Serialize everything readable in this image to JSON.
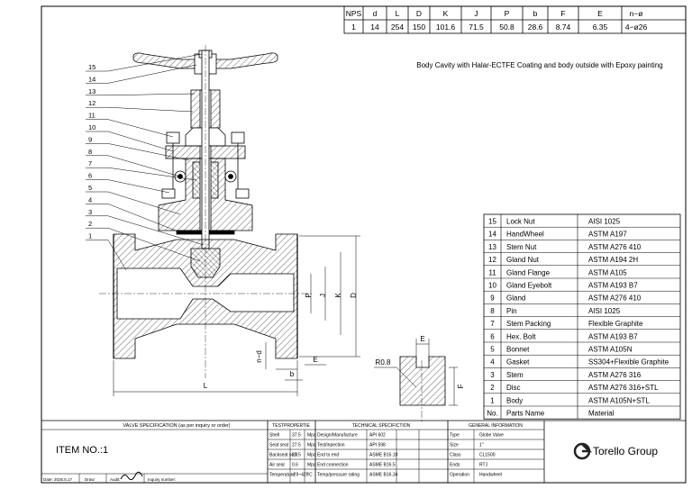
{
  "dim_table": {
    "headers": [
      "NPS",
      "d",
      "L",
      "D",
      "K",
      "J",
      "P",
      "b",
      "F",
      "E",
      "n−ø"
    ],
    "values": [
      "1",
      "14",
      "254",
      "150",
      "101.6",
      "71.5",
      "50.8",
      "28.6",
      "8.74",
      "6.35",
      "4−ø26"
    ]
  },
  "coating_note": "Body Cavity with Halar-ECTFE Coating and body outside with Epoxy painting",
  "balloons": [
    "15",
    "14",
    "13",
    "12",
    "11",
    "10",
    "9",
    "8",
    "7",
    "6",
    "5",
    "4",
    "3",
    "2",
    "1"
  ],
  "dimension_labels": {
    "L": "L",
    "D": "D",
    "K": "K",
    "J": "J",
    "P": "P",
    "b": "b",
    "E": "E",
    "nd": "n−d",
    "detail_E": "E",
    "detail_F": "F",
    "detail_R": "R0.8"
  },
  "parts": [
    {
      "no": "15",
      "name": "Lock Nut",
      "material": "AISI 1025"
    },
    {
      "no": "14",
      "name": "HandWheel",
      "material": "ASTM A197"
    },
    {
      "no": "13",
      "name": "Stem Nut",
      "material": "ASTM A276 410"
    },
    {
      "no": "12",
      "name": "Gland Nut",
      "material": "ASTM A194 2H"
    },
    {
      "no": "11",
      "name": "Gland Flange",
      "material": "ASTM A105"
    },
    {
      "no": "10",
      "name": "Gland Eyebolt",
      "material": "ASTM A193 B7"
    },
    {
      "no": "9",
      "name": "Gland",
      "material": "ASTM A276 410"
    },
    {
      "no": "8",
      "name": "Pin",
      "material": "AISI 1025"
    },
    {
      "no": "7",
      "name": "Stem Packing",
      "material": "Flexible Graphite"
    },
    {
      "no": "6",
      "name": "Hex. Bolt",
      "material": "ASTM A193 B7"
    },
    {
      "no": "5",
      "name": "Bonnet",
      "material": "ASTM A105N"
    },
    {
      "no": "4",
      "name": "Gasket",
      "material": "SS304+Flexible Graphite"
    },
    {
      "no": "3",
      "name": "Stem",
      "material": "ASTM A276 316"
    },
    {
      "no": "2",
      "name": "Disc",
      "material": "ASTM A276 316+STL"
    },
    {
      "no": "1",
      "name": "Body",
      "material": "ASTM A105N+STL"
    }
  ],
  "parts_header": {
    "no": "No.",
    "name": "Parts Name",
    "material": "Material"
  },
  "title_block": {
    "valve_spec_title": "VALVE SPECIFICATION (as per inquiry or order)",
    "item_no": "ITEM NO.:1",
    "date": "Date: 2025.5.17",
    "draw": "Draw:",
    "audit": "Audit:",
    "inquiry": "Inquiry number:",
    "test_title": "TESTPROPERTIE",
    "test_rows": [
      [
        "Shell",
        "37.5",
        "Mpa"
      ],
      [
        "Seat seal",
        "27.5",
        "Mpa"
      ],
      [
        "Backseat seal",
        "27.5",
        "Mpa"
      ],
      [
        "Air seal",
        "0.6",
        "Mpa"
      ],
      [
        "Temperature",
        "-29~425",
        "°C"
      ]
    ],
    "tech_title": "TECHNICAL SPECIFICTION",
    "tech_rows": [
      [
        "Design/Manufacture",
        "API 602"
      ],
      [
        "Test/inpection",
        "API 598"
      ],
      [
        "End to end",
        "ASME B16.10"
      ],
      [
        "End connection",
        "ASME B16.5"
      ],
      [
        "Temp/pressure rating",
        "ASME B16.34"
      ]
    ],
    "gen_title": "GENERAL INFORMATION",
    "gen_rows": [
      [
        "Type",
        "Globe  Valve"
      ],
      [
        "Size",
        "1\""
      ],
      [
        "Class",
        "CL1500"
      ],
      [
        "Ends",
        "RTJ"
      ],
      [
        "Operation",
        "Handwheel"
      ]
    ],
    "logo_text": "Torello Group",
    "brand_color": "#1a1a1a"
  }
}
